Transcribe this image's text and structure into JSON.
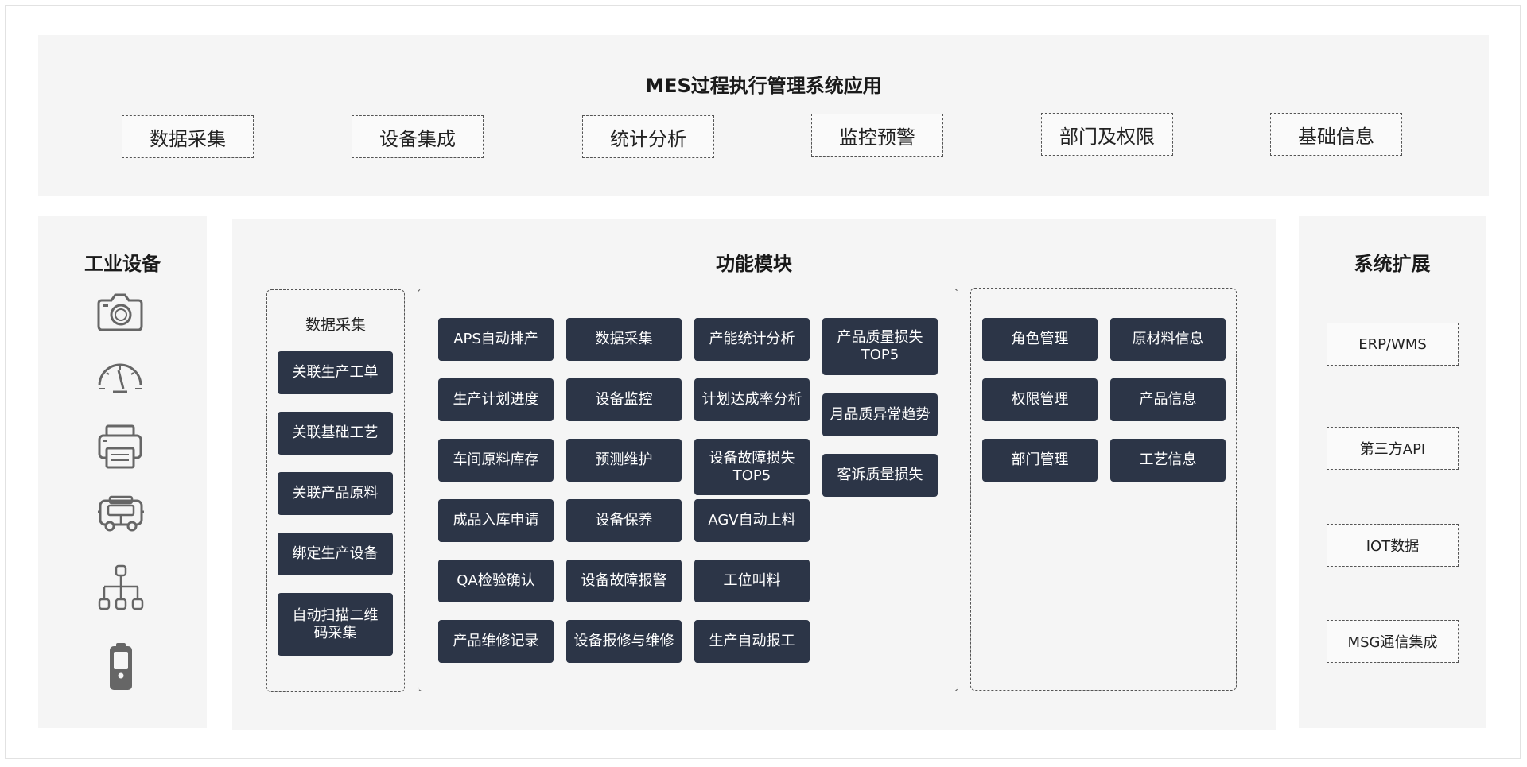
{
  "top": {
    "title": "MES过程执行管理系统应用",
    "items": [
      "数据采集",
      "设备集成",
      "统计分析",
      "监控预警",
      "部门及权限",
      "基础信息"
    ]
  },
  "left": {
    "title": "工业设备",
    "icons": [
      "camera-icon",
      "gauge-icon",
      "printer-icon",
      "agv-vehicle-icon",
      "network-hierarchy-icon",
      "handheld-scanner-icon"
    ]
  },
  "center": {
    "title": "功能模块",
    "group1": {
      "label": "数据采集",
      "buttons": [
        "关联生产工单",
        "关联基础工艺",
        "关联产品原料",
        "绑定生产设备",
        "自动扫描二维码采集"
      ]
    },
    "group2": {
      "col1": [
        "APS自动排产",
        "生产计划进度",
        "车间原料库存",
        "成品入库申请",
        "QA检验确认",
        "产品维修记录"
      ],
      "col2": [
        "数据采集",
        "设备监控",
        "预测维护",
        "设备保养",
        "设备故障报警",
        "设备报修与维修"
      ],
      "col3": [
        "产能统计分析",
        "计划达成率分析",
        "设备故障损失TOP5",
        "AGV自动上料",
        "工位叫料",
        "生产自动报工"
      ],
      "col4": [
        "产品质量损失TOP5",
        "月品质异常趋势",
        "客诉质量损失"
      ]
    },
    "group3": {
      "col1": [
        "角色管理",
        "权限管理",
        "部门管理"
      ],
      "col2": [
        "原材料信息",
        "产品信息",
        "工艺信息"
      ]
    }
  },
  "right": {
    "title": "系统扩展",
    "items": [
      "ERP/WMS",
      "第三方API",
      "IOT数据",
      "MSG通信集成"
    ]
  }
}
